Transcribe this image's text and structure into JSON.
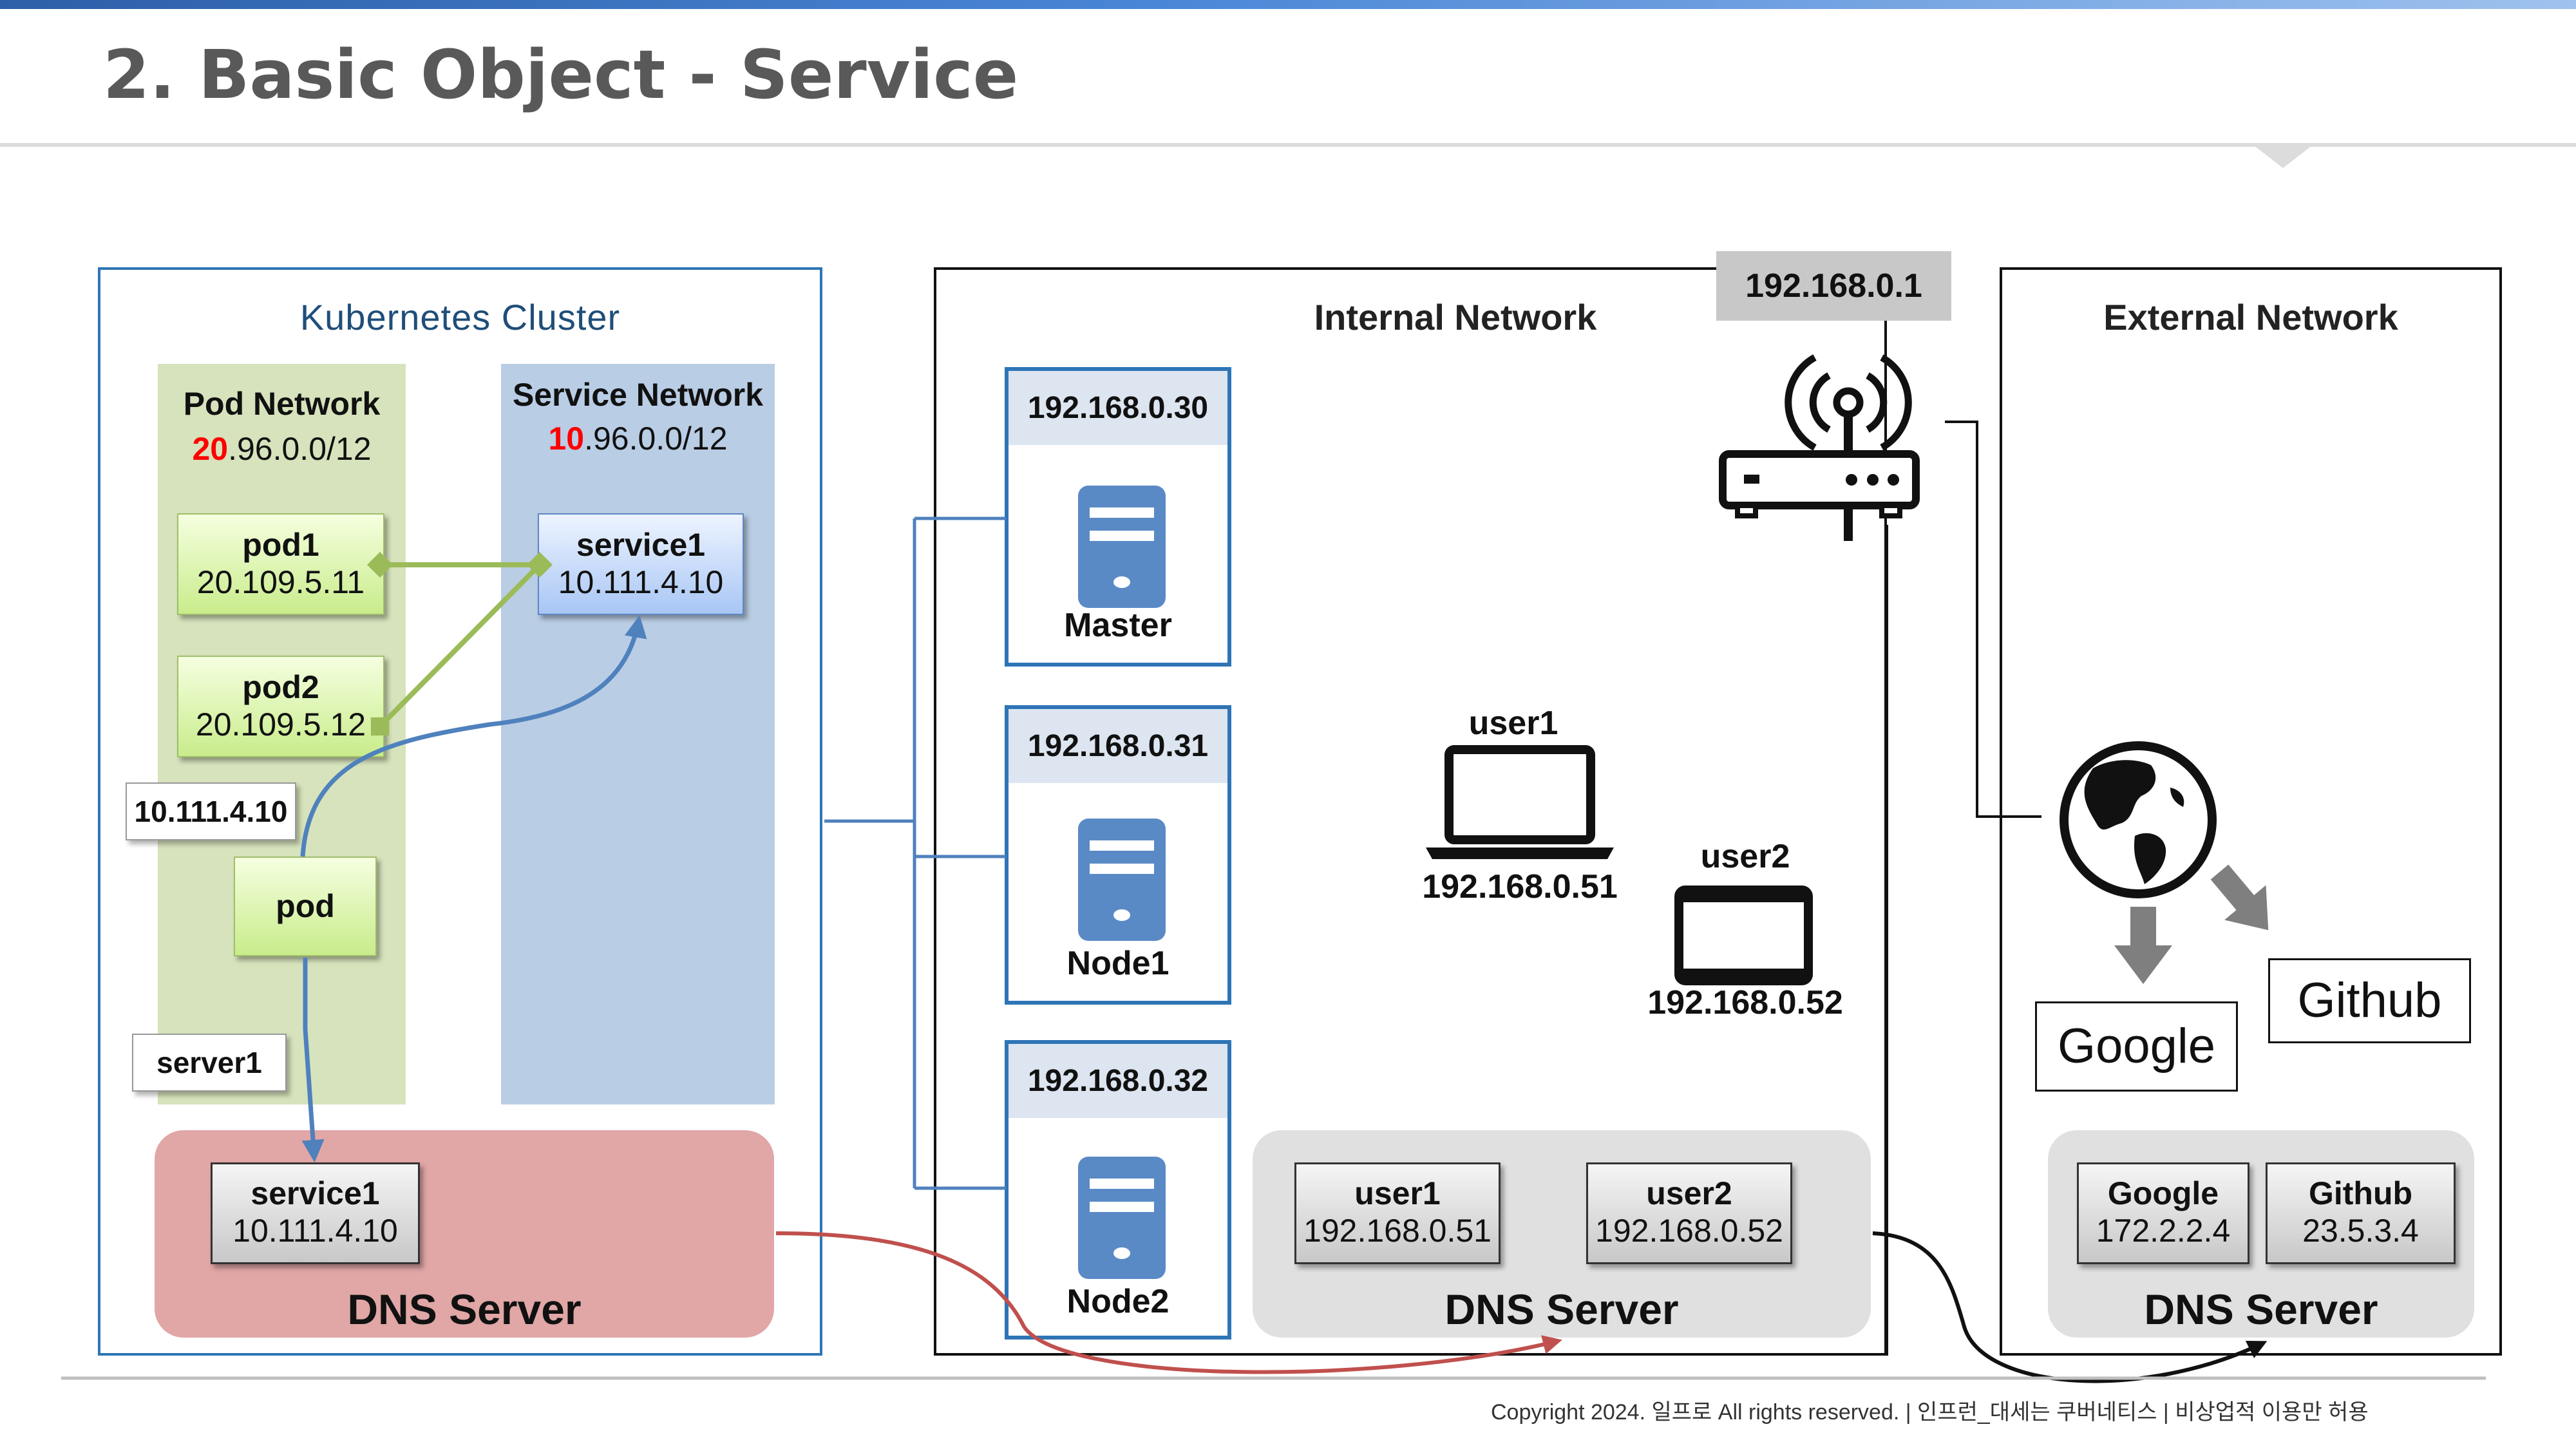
{
  "title": "2. Basic Object - Service",
  "k8s": {
    "title": "Kubernetes Cluster",
    "pod_network": {
      "title": "Pod Network",
      "cidr_highlight": "20",
      "cidr_rest": ".96.0.0/12"
    },
    "service_network": {
      "title": "Service Network",
      "cidr_highlight": "10",
      "cidr_rest": ".96.0.0/12"
    },
    "pod1": {
      "name": "pod1",
      "ip": "20.109.5.11"
    },
    "pod2": {
      "name": "pod2",
      "ip": "20.109.5.12"
    },
    "service1": {
      "name": "service1",
      "ip": "10.111.4.10"
    },
    "pod": {
      "name": "pod"
    },
    "tag_ip": "10.111.4.10",
    "tag_server": "server1",
    "dns": {
      "label": "DNS Server",
      "entry_name": "service1",
      "entry_ip": "10.111.4.10"
    }
  },
  "internal": {
    "title": "Internal Network",
    "router_ip": "192.168.0.1",
    "nodes": [
      {
        "ip": "192.168.0.30",
        "name": "Master"
      },
      {
        "ip": "192.168.0.31",
        "name": "Node1"
      },
      {
        "ip": "192.168.0.32",
        "name": "Node2"
      }
    ],
    "user1": {
      "name": "user1",
      "ip": "192.168.0.51"
    },
    "user2": {
      "name": "user2",
      "ip": "192.168.0.52"
    },
    "dns": {
      "label": "DNS Server",
      "entries": [
        {
          "name": "user1",
          "ip": "192.168.0.51"
        },
        {
          "name": "user2",
          "ip": "192.168.0.52"
        }
      ]
    }
  },
  "external": {
    "title": "External Network",
    "cards": {
      "google": "Google",
      "github": "Github"
    },
    "dns": {
      "label": "DNS Server",
      "entries": [
        {
          "name": "Google",
          "ip": "172.2.2.4"
        },
        {
          "name": "Github",
          "ip": "23.5.3.4"
        }
      ]
    }
  },
  "footer": {
    "copyright": "Copyright 2024. 일프로 All rights reserved. | 인프런_대세는 쿠버네티스 | 비상업적 이용만 허용"
  },
  "colors": {
    "accent_blue": "#2e75b6",
    "pod_green": "#d6e3bc",
    "service_blue": "#b9cde5",
    "k8s_dns_red": "#e1a6a6",
    "dns_gray": "#e0e0e0",
    "arrow_red": "#c0504d",
    "line_green": "#9bbb59",
    "line_blue": "#4f81bd"
  },
  "icons": [
    "server-icon",
    "router-icon",
    "laptop-icon",
    "tablet-icon",
    "globe-icon",
    "down-arrow-icon"
  ]
}
